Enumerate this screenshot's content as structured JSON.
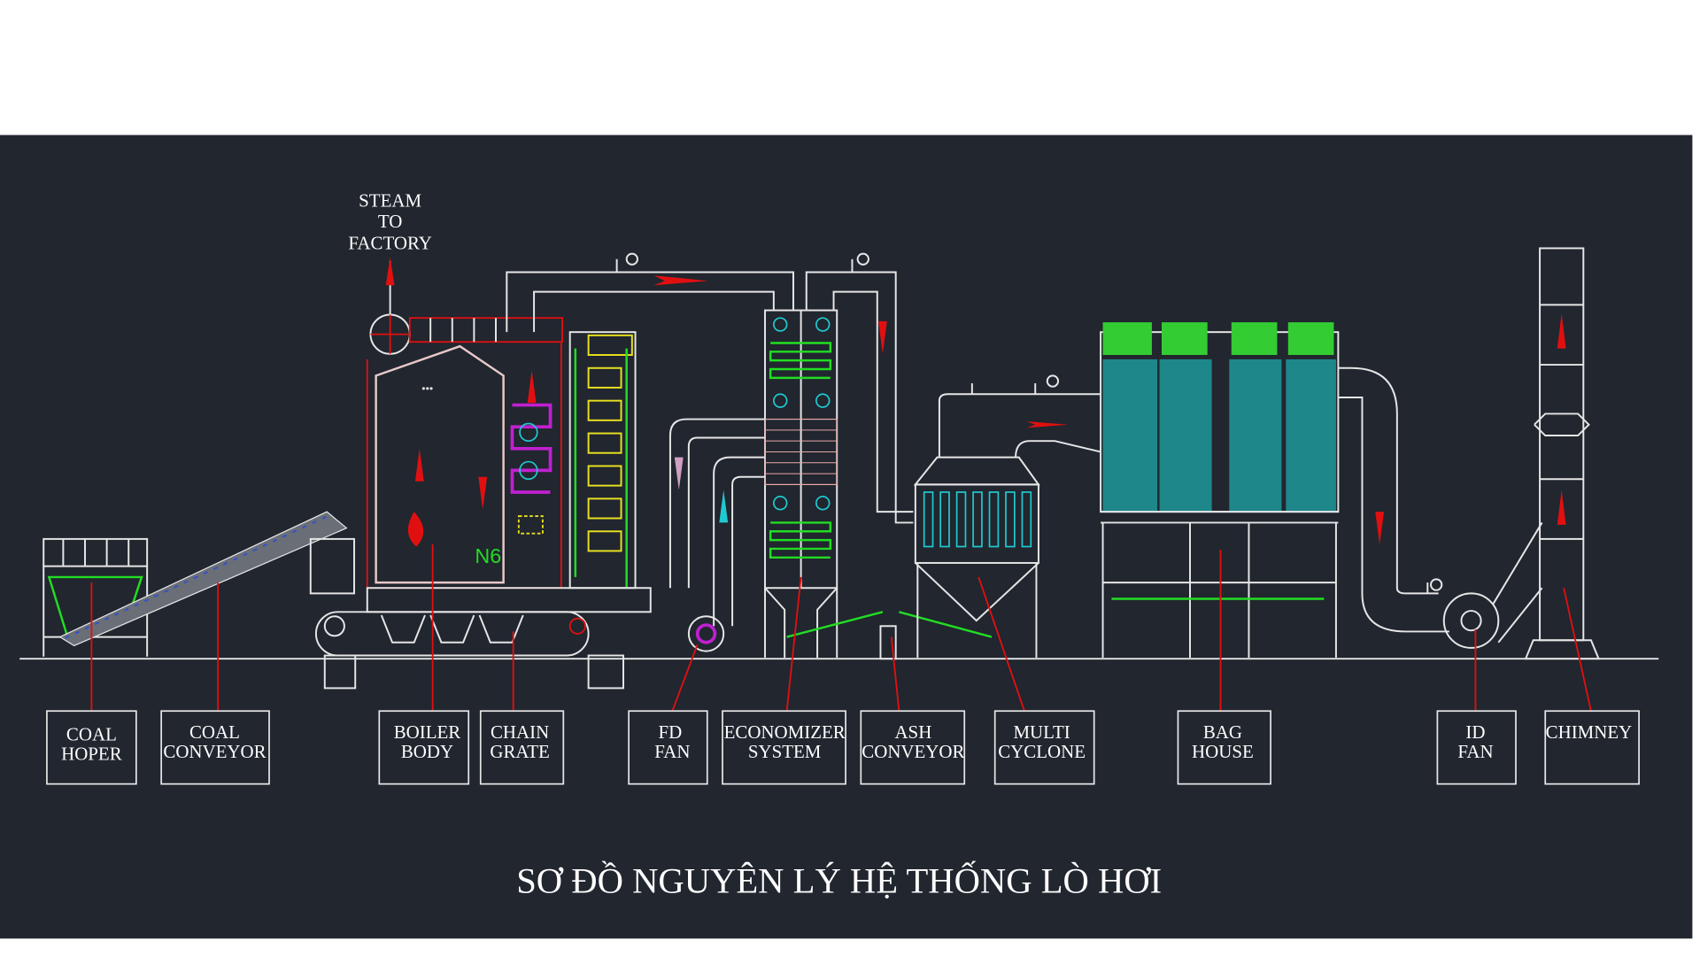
{
  "title": "SƠ ĐỒ NGUYÊN LÝ HỆ THỐNG LÒ HƠI",
  "steam_label": [
    "STEAM",
    "TO",
    "FACTORY"
  ],
  "marker": "N6",
  "components": [
    {
      "id": "coal-hoper",
      "lines": [
        "COAL",
        "HOPER"
      ]
    },
    {
      "id": "coal-conveyor",
      "lines": [
        "COAL",
        "CONVEYOR"
      ]
    },
    {
      "id": "boiler-body",
      "lines": [
        "BOILER",
        "BODY"
      ]
    },
    {
      "id": "chain-grate",
      "lines": [
        "CHAIN",
        "GRATE"
      ]
    },
    {
      "id": "fd-fan",
      "lines": [
        "FD",
        "FAN"
      ]
    },
    {
      "id": "economizer-system",
      "lines": [
        "ECONOMIZER",
        "SYSTEM"
      ]
    },
    {
      "id": "ash-conveyor",
      "lines": [
        "ASH",
        "CONVEYOR"
      ]
    },
    {
      "id": "multi-cyclone",
      "lines": [
        "MULTI",
        "CYCLONE"
      ]
    },
    {
      "id": "bag-house",
      "lines": [
        "BAG",
        "HOUSE"
      ]
    },
    {
      "id": "id-fan",
      "lines": [
        "ID",
        "FAN"
      ]
    },
    {
      "id": "chimney",
      "lines": [
        "CHIMNEY"
      ]
    }
  ],
  "colors": {
    "background": "#21262f",
    "line": "#e6e6e6",
    "arrow": "#e01010",
    "accent_green": "#22dd22",
    "accent_cyan": "#20c8d0"
  }
}
